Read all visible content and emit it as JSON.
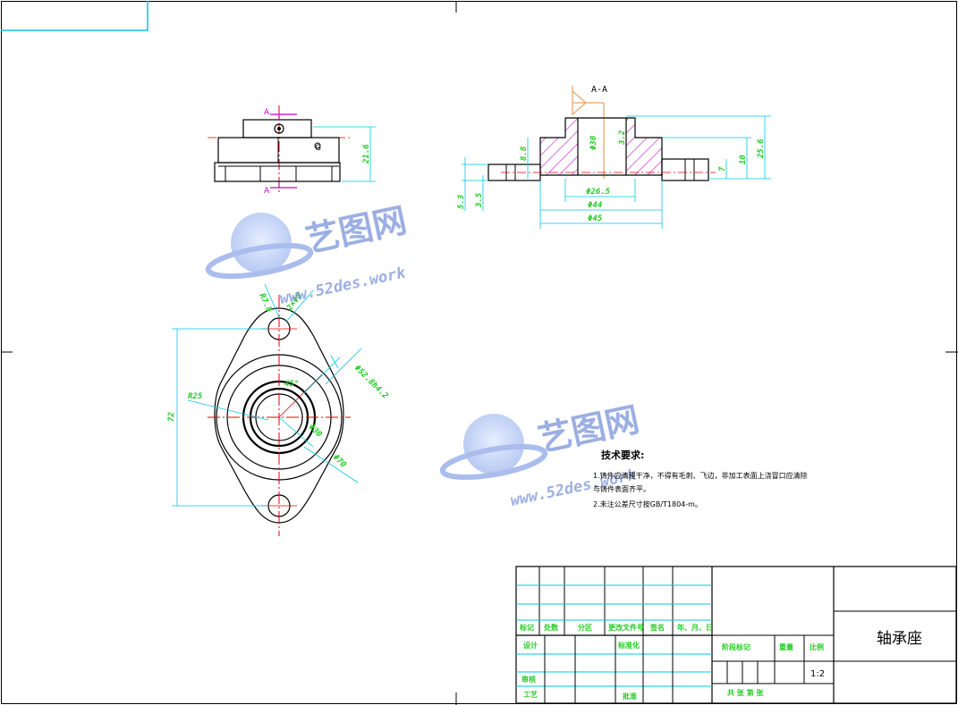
{
  "colors": {
    "outline": "#000000",
    "dimension": "#00c8e6",
    "dimension_text": "#22cc22",
    "center_line": "#e60000",
    "hatch": "#cc33cc",
    "section_mark": "#cc00cc",
    "frame": "#00c8e6",
    "watermark": "#6e8fd6",
    "weld_symbol": "#e8a86a"
  },
  "front_view": {
    "section_mark_top": "A",
    "section_mark_bottom": "A",
    "hole_label": "G",
    "height_dim": "21.6"
  },
  "section_view": {
    "title": "A-A",
    "dims": {
      "bore_depth": "3.2",
      "step": "8.8",
      "base_thickness_a": "5.3",
      "base_thickness_b": "3.5",
      "inner_dia": "Φ26.5",
      "mid_dia": "Φ44",
      "outer_dia": "Φ45",
      "height_total": "25.6",
      "height_a": "10",
      "height_b": "7",
      "bore_label": "Φ30"
    }
  },
  "top_view": {
    "radius_small": "R7.8",
    "hole_dim": "2×Φ8",
    "pcd_dim": "Φ52.8h4.2",
    "radius_large": "R25",
    "length_dim": "72",
    "angle": "45°",
    "inner_ring": "Φ30",
    "outer_ring": "Φ70"
  },
  "watermarks": [
    {
      "brand": "艺图网",
      "url": "www.52des.work"
    },
    {
      "brand": "艺图网",
      "url": "www.52des.work"
    }
  ],
  "technical_requirements": {
    "heading": "技术要求:",
    "line1": "1.铸件应清理干净，不得有毛刺、飞边，非加工表面上浇冒口应清除",
    "line2": "与铸件表面齐平。",
    "line3": "2.未注公差尺寸按GB/T1804-m。"
  },
  "title_block": {
    "part_name": "轴承座",
    "scale": "1:2",
    "row_labels": [
      "标记",
      "处数",
      "分区",
      "更改文件号",
      "签名",
      "年、月、日"
    ],
    "designer": "设计",
    "standardization": "标准化",
    "stage_mark": "阶段标记",
    "weight": "重量",
    "ratio": "比例",
    "reviewer": "审核",
    "process": "工艺",
    "approve": "批准",
    "sheets": "共   张 第   张"
  }
}
